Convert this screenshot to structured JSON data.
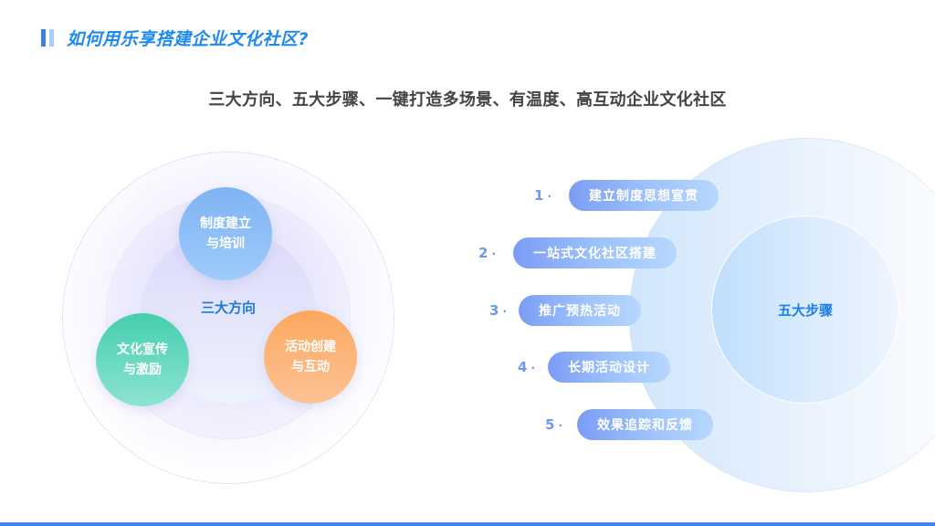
{
  "header": {
    "title": "如何用乐享搭建企业文化社区?",
    "accent_colors": [
      "#3f7cf0",
      "#a8cdfb"
    ]
  },
  "subtitle": "三大方向、五大步骤、一键打造多场景、有温度、高互动企业文化社区",
  "three_directions": {
    "center_label": "三大方向",
    "nodes": [
      {
        "line1": "制度建立",
        "line2": "与培训",
        "color": "#8ab9f6"
      },
      {
        "line1": "文化宣传",
        "line2": "与激励",
        "color": "#52d3b5"
      },
      {
        "line1": "活动创建",
        "line2": "与互动",
        "color": "#fcae6a"
      }
    ]
  },
  "five_steps": {
    "center_label": "五大步骤",
    "steps": [
      {
        "num": "1",
        "label": "建立制度思想宣贯"
      },
      {
        "num": "2",
        "label": "一站式文化社区搭建"
      },
      {
        "num": "3",
        "label": "推广预热活动"
      },
      {
        "num": "4",
        "label": "长期活动设计"
      },
      {
        "num": "5",
        "label": "效果追踪和反馈"
      }
    ]
  },
  "bottom_bar_color": "#3f84f0"
}
